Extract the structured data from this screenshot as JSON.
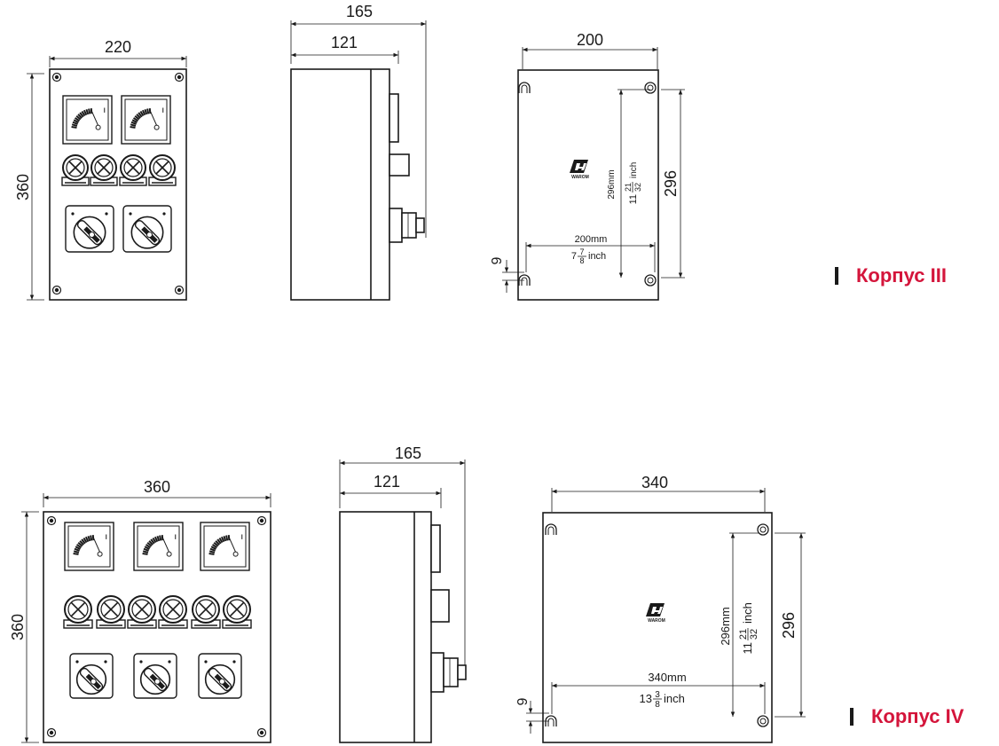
{
  "accent_color": "#d4153b",
  "case3": {
    "caption": "Корпус III",
    "front": {
      "width": "220",
      "height": "360"
    },
    "side": {
      "total": "165",
      "body": "121"
    },
    "back": {
      "width": "200",
      "height": "296",
      "hole": "9",
      "mm_h": "200mm",
      "inch_h_whole": "7",
      "inch_h_num": "7",
      "inch_h_den": "8",
      "inch_h_unit": "inch",
      "mm_v": "296mm",
      "inch_v_whole": "11",
      "inch_v_num": "21",
      "inch_v_den": "32",
      "inch_v_unit": "inch",
      "logo": "WAROM"
    }
  },
  "case4": {
    "caption": "Корпус IV",
    "front": {
      "width": "360",
      "height": "360"
    },
    "side": {
      "total": "165",
      "body": "121"
    },
    "back": {
      "width": "340",
      "height": "296",
      "hole": "9",
      "mm_h": "340mm",
      "inch_h_whole": "13",
      "inch_h_num": "3",
      "inch_h_den": "8",
      "inch_h_unit": "inch",
      "mm_v": "296mm",
      "inch_v_whole": "11",
      "inch_v_num": "21",
      "inch_v_den": "32",
      "inch_v_unit": "inch",
      "logo": "WAROM"
    }
  }
}
